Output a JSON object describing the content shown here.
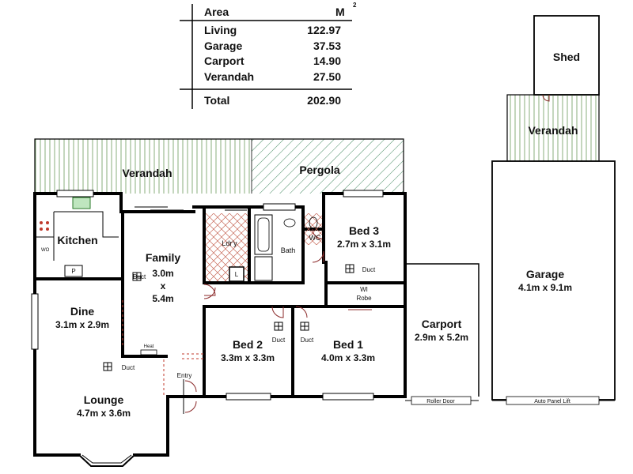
{
  "area_table": {
    "header_label": "Area",
    "header_unit": "M",
    "header_unit_sup": "2",
    "rows": [
      {
        "name": "Living",
        "value": "122.97"
      },
      {
        "name": "Garage",
        "value": "37.53"
      },
      {
        "name": "Carport",
        "value": "14.90"
      },
      {
        "name": "Verandah",
        "value": "27.50"
      }
    ],
    "total_label": "Total",
    "total_value": "202.90"
  },
  "rooms": {
    "verandah_main": "Verandah",
    "pergola": "Pergola",
    "kitchen": "Kitchen",
    "wo": "WO",
    "pantry": "P",
    "family": "Family",
    "family_w": "3.0m",
    "family_x": "x",
    "family_h": "5.4m",
    "laundry": "Ldr'y",
    "linen": "L",
    "bath": "Bath",
    "wc": "WC",
    "bed3": "Bed 3",
    "bed3_size": "2.7m x 3.1m",
    "wi_robe_1": "WI",
    "wi_robe_2": "Robe",
    "dine": "Dine",
    "dine_size": "3.1m x 2.9m",
    "bed2": "Bed 2",
    "bed2_size": "3.3m x 3.3m",
    "bed1": "Bed 1",
    "bed1_size": "4.0m x 3.3m",
    "carport": "Carport",
    "carport_size": "2.9m x 5.2m",
    "garage": "Garage",
    "garage_size": "4.1m x 9.1m",
    "shed": "Shed",
    "verandah_shed": "Verandah",
    "lounge": "Lounge",
    "lounge_size": "4.7m x 3.6m",
    "entry": "Entry",
    "heat": "Heat",
    "duct": "Duct",
    "roller_door": "Roller Door",
    "auto_panel_lift": "Auto Panel Lift"
  },
  "colors": {
    "verandah_hatch": "#6a9a5a",
    "pergola_hatch": "#2e7d4f",
    "wet_area_hatch": "#c7695a",
    "door_swing": "#8b2a2a"
  }
}
